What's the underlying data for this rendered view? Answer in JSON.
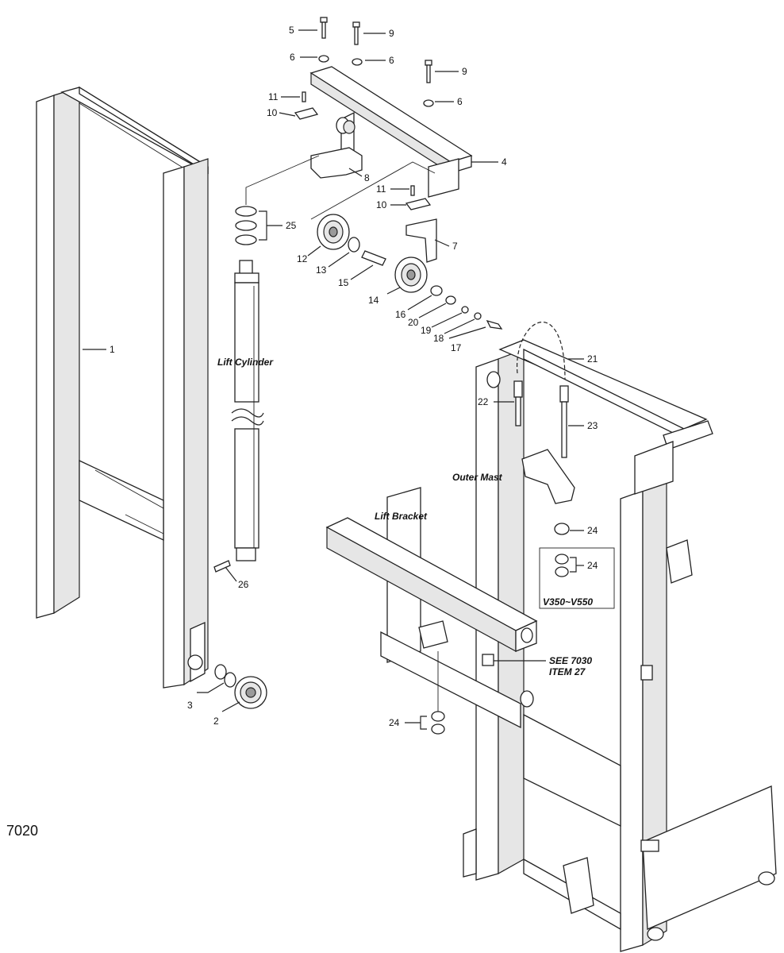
{
  "page_code": "7020",
  "callouts": [
    {
      "id": "c1",
      "text": "1"
    },
    {
      "id": "c2",
      "text": "2"
    },
    {
      "id": "c3",
      "text": "3"
    },
    {
      "id": "c4",
      "text": "4"
    },
    {
      "id": "c5",
      "text": "5"
    },
    {
      "id": "c6a",
      "text": "6"
    },
    {
      "id": "c6b",
      "text": "6"
    },
    {
      "id": "c6c",
      "text": "6"
    },
    {
      "id": "c7",
      "text": "7"
    },
    {
      "id": "c8",
      "text": "8"
    },
    {
      "id": "c9a",
      "text": "9"
    },
    {
      "id": "c9b",
      "text": "9"
    },
    {
      "id": "c10a",
      "text": "10"
    },
    {
      "id": "c10b",
      "text": "10"
    },
    {
      "id": "c11a",
      "text": "11"
    },
    {
      "id": "c11b",
      "text": "11"
    },
    {
      "id": "c12",
      "text": "12"
    },
    {
      "id": "c13",
      "text": "13"
    },
    {
      "id": "c14",
      "text": "14"
    },
    {
      "id": "c15",
      "text": "15"
    },
    {
      "id": "c16",
      "text": "16"
    },
    {
      "id": "c17",
      "text": "17"
    },
    {
      "id": "c18",
      "text": "18"
    },
    {
      "id": "c19",
      "text": "19"
    },
    {
      "id": "c20",
      "text": "20"
    },
    {
      "id": "c21",
      "text": "21"
    },
    {
      "id": "c22",
      "text": "22"
    },
    {
      "id": "c23",
      "text": "23"
    },
    {
      "id": "c24a",
      "text": "24"
    },
    {
      "id": "c24b",
      "text": "24"
    },
    {
      "id": "c24c",
      "text": "24"
    },
    {
      "id": "c25",
      "text": "25"
    },
    {
      "id": "c26",
      "text": "26"
    }
  ],
  "captions": {
    "lift_cylinder": "Lift Cylinder",
    "outer_mast": "Outer Mast",
    "lift_bracket": "Lift Bracket",
    "model_range": "V350~V550",
    "see_ref_line1": "SEE 7030",
    "see_ref_line2": "ITEM 27"
  }
}
